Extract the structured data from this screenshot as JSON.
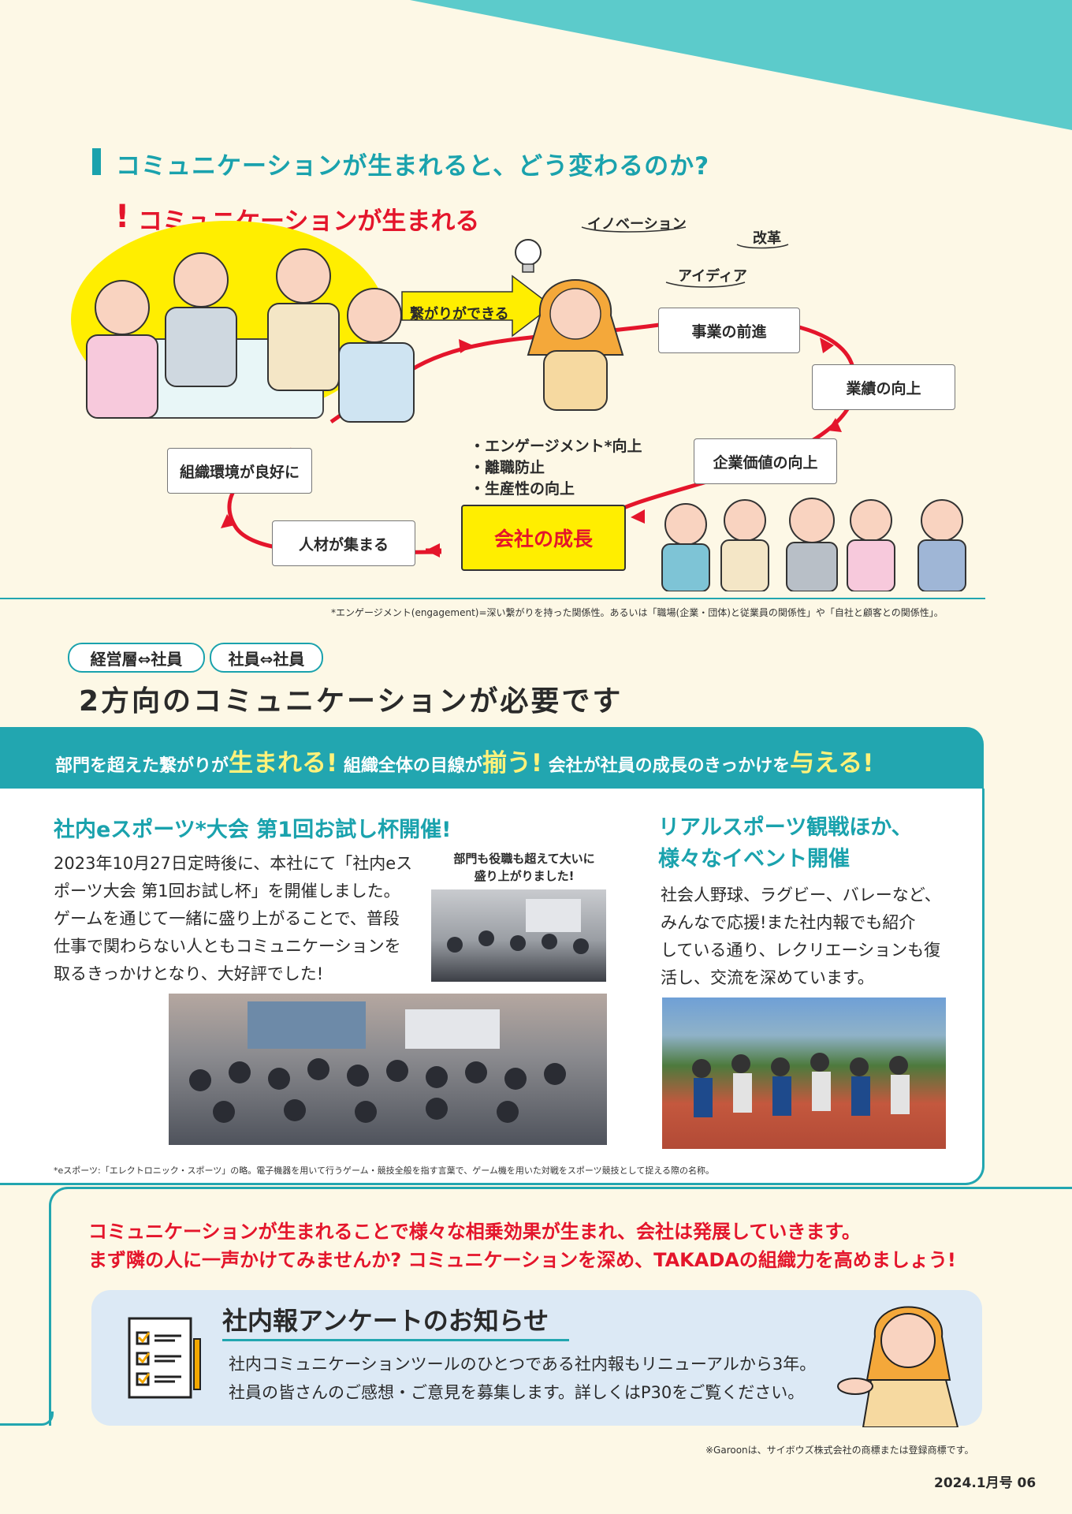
{
  "section1": {
    "heading": "コミュニケーションが生まれると、どう変わるのか?",
    "subheading": "コミュニケーションが生まれる",
    "arrow_label": "繋がりができる",
    "ideas": [
      "イノベーション",
      "改革",
      "アイディア"
    ],
    "cycle_boxes": [
      "事業の前進",
      "業績の向上",
      "企業価値の向上",
      "会社の成長",
      "人材が集まる",
      "組織環境が良好に"
    ],
    "bullets": [
      "・エンゲージメント*向上",
      "・離職防止",
      "・生産性の向上"
    ],
    "footnote": "*エンゲージメント(engagement)=深い繋がりを持った関係性。あるいは「職場(企業・団体)と従業員の関係性」や「自社と顧客との関係性」。"
  },
  "section2": {
    "pills": [
      "経営層⇔社員",
      "社員⇔社員"
    ],
    "title": "2方向のコミュニケーションが必要です",
    "banner": {
      "part1": "部門を超えた繋がりが",
      "big1": "生まれる!",
      "part2": "組織全体の目線が",
      "big2": "揃う!",
      "part3": "会社が社員の成長のきっかけを",
      "big3": "与える!"
    },
    "esports": {
      "title": "社内eスポーツ*大会 第1回お試し杯開催!",
      "body": [
        "2023年10月27日定時後に、本社にて「社内eス",
        "ポーツ大会 第1回お試し杯」を開催しました。",
        "ゲームを通じて一緒に盛り上がることで、普段",
        "仕事で関わらない人ともコミュニケーションを",
        "取るきっかけとなり、大好評でした!"
      ],
      "caption": [
        "部門も役職も超えて大いに",
        "盛り上がりました!"
      ]
    },
    "events": {
      "title": [
        "リアルスポーツ観戦ほか、",
        "様々なイベント開催"
      ],
      "body": [
        "社会人野球、ラグビー、バレーなど、",
        "みんなで応援!また社内報でも紹介",
        "している通り、レクリエーションも復",
        "活し、交流を深めています。"
      ]
    },
    "footnote": "*eスポーツ:「エレクトロニック・スポーツ」の略。電子機器を用いて行うゲーム・競技全般を指す言葉で、ゲーム機を用いた対戦をスポーツ競技として捉える際の名称。"
  },
  "closing": [
    "コミュニケーションが生まれることで様々な相乗効果が生まれ、会社は発展していきます。",
    "まず隣の人に一声かけてみませんか? コミュニケーションを深め、TAKADAの組織力を高めましょう!"
  ],
  "notice": {
    "title": "社内報アンケートのお知らせ",
    "body": [
      "社内コミュニケーションツールのひとつである社内報もリニューアルから3年。",
      "社員の皆さんのご感想・ご意見を募集します。詳しくはP30をご覧ください。"
    ]
  },
  "trademark": "※Garoonは、サイボウズ株式会社の商標または登録商標です。",
  "page_footer": "2024.1月号 06",
  "colors": {
    "teal": "#22a6b0",
    "red": "#e4152b",
    "yellow": "#ffee00",
    "background": "#fdf8e6"
  }
}
